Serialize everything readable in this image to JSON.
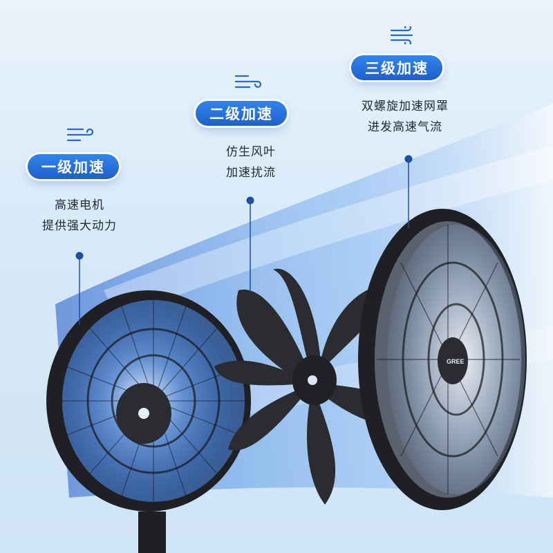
{
  "stages": [
    {
      "label": "一级加速",
      "desc_line1": "高速电机",
      "desc_line2": "提供强大动力"
    },
    {
      "label": "二级加速",
      "desc_line1": "仿生风叶",
      "desc_line2": "加速扰流"
    },
    {
      "label": "三级加速",
      "desc_line1": "双螺旋加速网罩",
      "desc_line2": "进发高速气流"
    }
  ],
  "brand_mark": "GREE",
  "colors": {
    "label_blue": "#2468d8",
    "accent_dot": "#1c4fa8",
    "fan_dark": "#25272b"
  },
  "icons": [
    "wind-icon",
    "wind-icon",
    "wind-icon"
  ]
}
